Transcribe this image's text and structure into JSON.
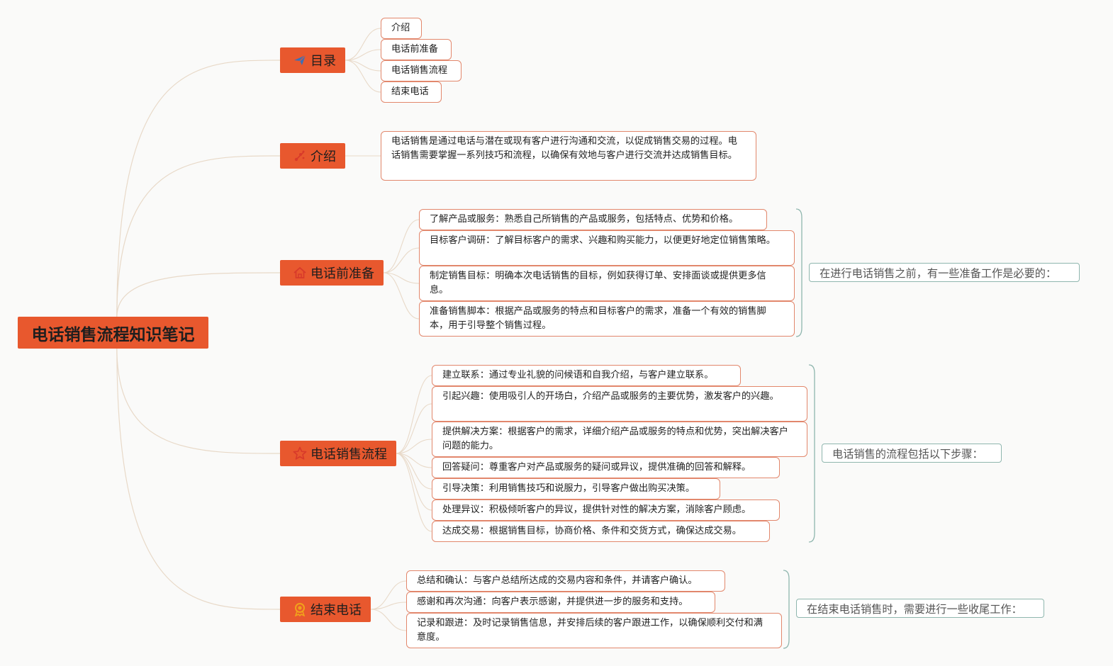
{
  "root": {
    "title": "电话销售流程知识笔记"
  },
  "branches": [
    {
      "label": "目录",
      "icon": "send-icon",
      "leaves": [
        "介绍",
        "电话前准备",
        "电话销售流程",
        "结束电话"
      ]
    },
    {
      "label": "介绍",
      "icon": "sparkle-icon",
      "leaves": [
        "电话销售是通过电话与潜在或现有客户进行沟通和交流，以促成销售交易的过程。电话销售需要掌握一系列技巧和流程，以确保有效地与客户进行交流并达成销售目标。"
      ]
    },
    {
      "label": "电话前准备",
      "icon": "home-icon",
      "leaves": [
        "了解产品或服务：熟悉自己所销售的产品或服务，包括特点、优势和价格。",
        "目标客户调研：了解目标客户的需求、兴趣和购买能力，以便更好地定位销售策略。",
        "制定销售目标：明确本次电话销售的目标，例如获得订单、安排面谈或提供更多信息。",
        "准备销售脚本：根据产品或服务的特点和目标客户的需求，准备一个有效的销售脚本，用于引导整个销售过程。"
      ],
      "summary": "在进行电话销售之前，有一些准备工作是必要的："
    },
    {
      "label": "电话销售流程",
      "icon": "star-icon",
      "leaves": [
        "建立联系：通过专业礼貌的问候语和自我介绍，与客户建立联系。",
        "引起兴趣：使用吸引人的开场白，介绍产品或服务的主要优势，激发客户的兴趣。",
        "提供解决方案：根据客户的需求，详细介绍产品或服务的特点和优势，突出解决客户问题的能力。",
        "回答疑问：尊重客户对产品或服务的疑问或异议，提供准确的回答和解释。",
        "引导决策：利用销售技巧和说服力，引导客户做出购买决策。",
        "处理异议：积极倾听客户的异议，提供针对性的解决方案，消除客户顾虑。",
        "达成交易：根据销售目标，协商价格、条件和交货方式，确保达成交易。"
      ],
      "summary": "电话销售的流程包括以下步骤："
    },
    {
      "label": "结束电话",
      "icon": "medal-icon",
      "leaves": [
        "总结和确认：与客户总结所达成的交易内容和条件，并请客户确认。",
        "感谢和再次沟通：向客户表示感谢，并提供进一步的服务和支持。",
        "记录和跟进：及时记录销售信息，并安排后续的客户跟进工作，以确保顺利交付和满意度。"
      ],
      "summary": "在结束电话销售时，需要进行一些收尾工作："
    }
  ],
  "colors": {
    "branch_fill": "#e8582e",
    "leaf_border": "#e2876c",
    "summary_border": "#8fb6ae",
    "connector": "#e8d9c8",
    "bracket": "#8fb6ae"
  }
}
